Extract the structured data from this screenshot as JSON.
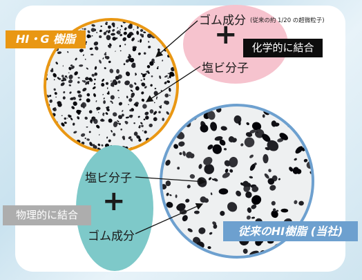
{
  "hig_label": "HI・G 樹脂",
  "conventional_label": "従来のHI樹脂 (当社)",
  "top_bubble": {
    "rubber": "ゴム成分",
    "rubber_note": "(従来の約 1/20 の超微粒子)",
    "plus": "+",
    "pvc": "塩ビ分子",
    "bond": "化学的に結合"
  },
  "bottom_bubble": {
    "pvc": "塩ビ分子",
    "plus": "+",
    "rubber": "ゴム成分",
    "bond": "物理的に結合"
  },
  "colors": {
    "hig_accent": "#e99713",
    "conventional_accent": "#6da0cf",
    "pink_bubble": "#f6c3ce",
    "teal_bubble": "#7ec9c9",
    "chemical_box": "#0d0d0d",
    "physical_box": "#adadad"
  }
}
